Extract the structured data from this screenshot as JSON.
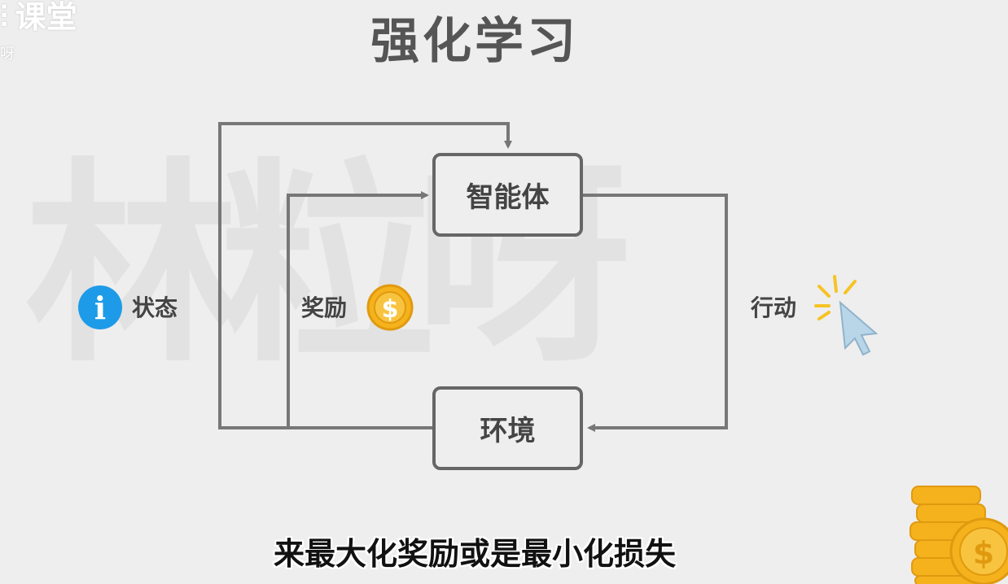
{
  "watermark": "林粒呀",
  "logo": {
    "brand": "课堂",
    "sub": "呀"
  },
  "title": "强化学习",
  "nodes": {
    "agent": "智能体",
    "environment": "环境"
  },
  "labels": {
    "state": "状态",
    "reward": "奖励",
    "action": "行动"
  },
  "icons": {
    "state": "info-icon",
    "reward": "coin-dollar-icon",
    "action": "cursor-click-icon",
    "corner": "coin-stack-icon"
  },
  "icon_glyphs": {
    "info": "i",
    "dollar": "$"
  },
  "colors": {
    "line": "#777777",
    "info_blue": "#1e9be8",
    "coin_gold": "#f5b21c",
    "coin_dark": "#e09a10",
    "spark": "#f6c324"
  },
  "subtitle": "来最大化奖励或是最小化损失"
}
